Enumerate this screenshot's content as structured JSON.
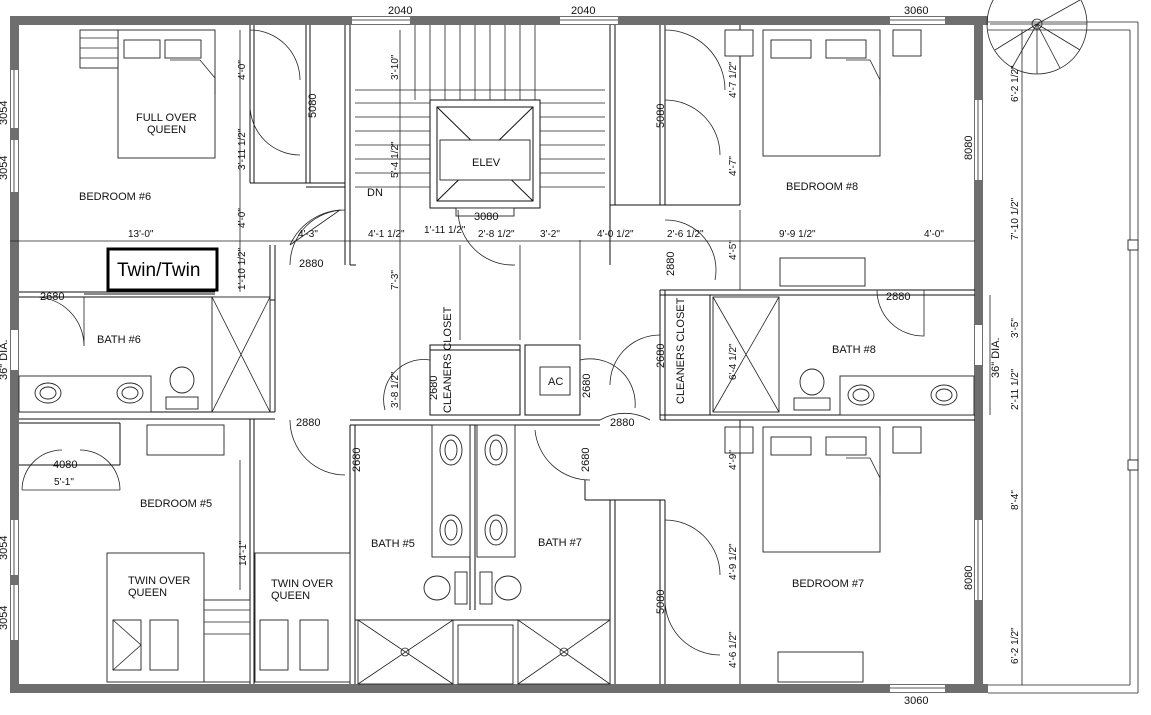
{
  "callout": {
    "text": "Twin/Twin"
  },
  "rooms": {
    "bedroom6": "BEDROOM #6",
    "bedroom8": "BEDROOM #8",
    "bedroom5": "BEDROOM #5",
    "bedroom7": "BEDROOM #7",
    "bath6": "BATH #6",
    "bath8": "BATH #8",
    "bath5": "BATH #5",
    "bath7": "BATH #7",
    "elev": "ELEV",
    "dn": "DN",
    "ac": "AC",
    "cleaners_closet": "CLEANERS CLOSET"
  },
  "beds": {
    "full_over_queen_1": "FULL OVER",
    "full_over_queen_2": "QUEEN",
    "twin_over_queen_1": "TWIN OVER",
    "twin_over_queen_2": "QUEEN"
  },
  "door_tags": {
    "d2880": "2880",
    "d2680": "2680",
    "d5080": "5080",
    "d3080": "3080",
    "d4080": "4080",
    "d8080": "8080",
    "d2040": "2040",
    "d3060": "3060",
    "d3054": "3054",
    "d36dia": "36\" DIA."
  },
  "dims": {
    "d13_0": "13'-0\"",
    "d4_3": "4'-3\"",
    "d4_1_half": "4'-1 1/2\"",
    "d1_11_half": "1'-11 1/2\"",
    "d2_8_half": "2'-8 1/2\"",
    "d3_2": "3'-2\"",
    "d4_0_half": "4'-0 1/2\"",
    "d2_6_half": "2'-6 1/2\"",
    "d9_9_half": "9'-9 1/2\"",
    "d4_0": "4'-0\"",
    "d3_10": "3'-10\"",
    "d5_4_half": "5'-4 1/2\"",
    "d7_3": "7'-3\"",
    "d3_8_half": "3'-8 1/2\"",
    "d4_0_v": "4'-0\"",
    "d3_11_half": "3'-11 1/2\"",
    "d1_10_half": "1'-10 1/2\"",
    "d4_7_half": "4'-7 1/2\"",
    "d4_7": "4'-7\"",
    "d4_5": "4'-5\"",
    "d6_2_half": "6'-2 1/2\"",
    "d7_10_half": "7'-10 1/2\"",
    "d3_5": "3'-5\"",
    "d2_11_half": "2'-11 1/2\"",
    "d8_4": "8'-4\"",
    "d6_4_half": "6'-4 1/2\"",
    "d4_9": "4'-9\"",
    "d4_9_half": "4'-9 1/2\"",
    "d4_6_half": "4'-6 1/2\"",
    "d14_1": "14'-1\"",
    "d5_1": "5'-1\""
  }
}
